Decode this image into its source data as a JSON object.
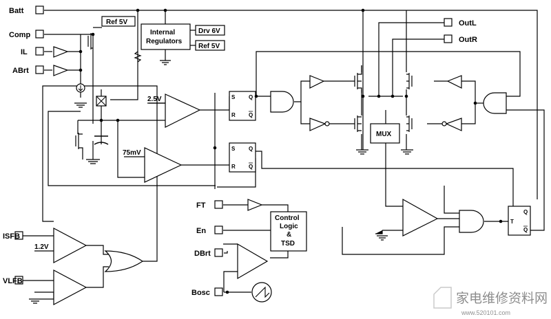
{
  "pins": {
    "batt": "Batt",
    "comp": "Comp",
    "il": "IL",
    "abrt": "ABrt",
    "outl": "OutL",
    "outr": "OutR",
    "ft": "FT",
    "en": "En",
    "dbrt": "DBrt",
    "bosc": "Bosc",
    "isfb": "ISFB",
    "vlfb": "VLFB"
  },
  "blocks": {
    "ref5v_top": "Ref 5V",
    "internal_regulators_line1": "Internal",
    "internal_regulators_line2": "Regulators",
    "drv6v": "Drv 6V",
    "ref5v_reg": "Ref 5V",
    "mux": "MUX",
    "control_line1": "Control",
    "control_line2": "Logic",
    "control_line3": "&",
    "control_line4": "TSD"
  },
  "references": {
    "v2_5": "2.5V",
    "mv75": "75mV",
    "v1_2": "1.2V"
  },
  "flipflop": {
    "s": "S",
    "r": "R",
    "q": "Q",
    "qbar": "Q",
    "t": "T"
  },
  "watermark": {
    "chinese": "家电维修资料网",
    "url": "www.520101.com"
  }
}
